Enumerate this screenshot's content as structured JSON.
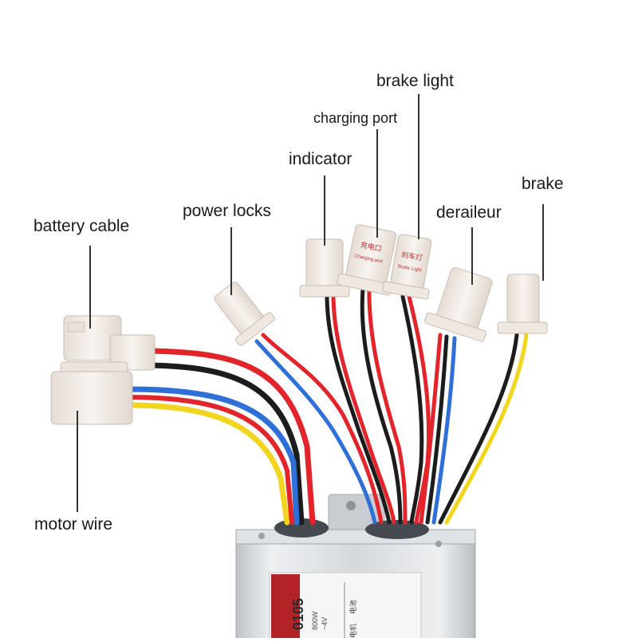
{
  "callouts": {
    "battery_cable": "battery cable",
    "power_locks": "power locks",
    "indicator": "indicator",
    "charging_port": "charging port",
    "brake_light": "brake light",
    "derailleur": "deraileur",
    "brake": "brake",
    "motor_wire": "motor wire"
  },
  "connector_tags": {
    "charging_port_cn": "充电口",
    "charging_port_en": "Charging port",
    "brake_light_cn": "刹车灯",
    "brake_light_en": "Brake Light"
  },
  "controller_label": {
    "model": "0105",
    "power": "800W",
    "voltage": "~4V",
    "battery_cn": "电池",
    "motor_cn": "电机"
  },
  "colors": {
    "red_wire": "#e2242b",
    "black_wire": "#1c1c1c",
    "blue_wire": "#2f6fd8",
    "yellow_wire": "#f2d51f",
    "connector": "#f3ece6",
    "housing": "#d9dcdf"
  }
}
